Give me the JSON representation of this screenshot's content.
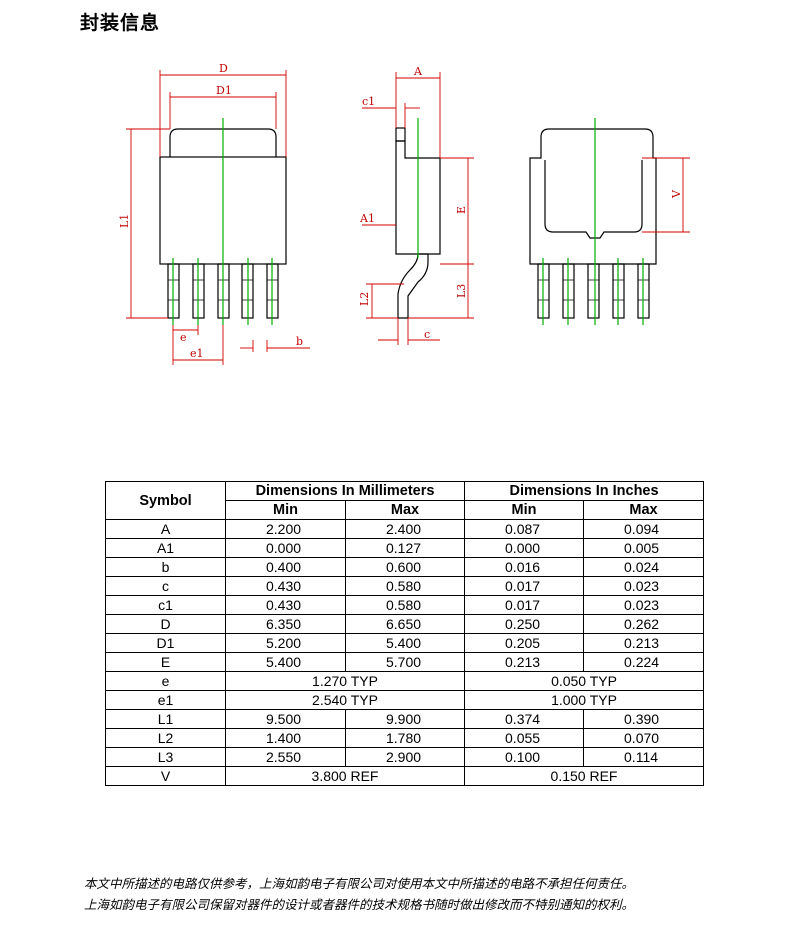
{
  "page_title": "封装信息",
  "drawing_labels": {
    "D": "D",
    "D1": "D1",
    "L1": "L1",
    "e": "e",
    "e1": "e1",
    "b": "b",
    "A": "A",
    "c1": "c1",
    "A1": "A1",
    "E": "E",
    "L2": "L2",
    "L3": "L3",
    "c": "c",
    "V": "V"
  },
  "table": {
    "symbol_header": "Symbol",
    "mm_header": "Dimensions In Millimeters",
    "in_header": "Dimensions In Inches",
    "min_label": "Min",
    "max_label": "Max",
    "rows": [
      {
        "symbol": "A",
        "mm_min": "2.200",
        "mm_max": "2.400",
        "in_min": "0.087",
        "in_max": "0.094"
      },
      {
        "symbol": "A1",
        "mm_min": "0.000",
        "mm_max": "0.127",
        "in_min": "0.000",
        "in_max": "0.005"
      },
      {
        "symbol": "b",
        "mm_min": "0.400",
        "mm_max": "0.600",
        "in_min": "0.016",
        "in_max": "0.024"
      },
      {
        "symbol": "c",
        "mm_min": "0.430",
        "mm_max": "0.580",
        "in_min": "0.017",
        "in_max": "0.023"
      },
      {
        "symbol": "c1",
        "mm_min": "0.430",
        "mm_max": "0.580",
        "in_min": "0.017",
        "in_max": "0.023"
      },
      {
        "symbol": "D",
        "mm_min": "6.350",
        "mm_max": "6.650",
        "in_min": "0.250",
        "in_max": "0.262"
      },
      {
        "symbol": "D1",
        "mm_min": "5.200",
        "mm_max": "5.400",
        "in_min": "0.205",
        "in_max": "0.213"
      },
      {
        "symbol": "E",
        "mm_min": "5.400",
        "mm_max": "5.700",
        "in_min": "0.213",
        "in_max": "0.224"
      },
      {
        "symbol": "e",
        "mm_typ": "1.270 TYP",
        "in_typ": "0.050 TYP"
      },
      {
        "symbol": "e1",
        "mm_typ": "2.540 TYP",
        "in_typ": "1.000 TYP"
      },
      {
        "symbol": "L1",
        "mm_min": "9.500",
        "mm_max": "9.900",
        "in_min": "0.374",
        "in_max": "0.390"
      },
      {
        "symbol": "L2",
        "mm_min": "1.400",
        "mm_max": "1.780",
        "in_min": "0.055",
        "in_max": "0.070"
      },
      {
        "symbol": "L3",
        "mm_min": "2.550",
        "mm_max": "2.900",
        "in_min": "0.100",
        "in_max": "0.114"
      },
      {
        "symbol": "V",
        "mm_typ": "3.800 REF",
        "in_typ": "0.150 REF"
      }
    ]
  },
  "disclaimer": {
    "line1": "本文中所描述的电路仅供参考，上海如韵电子有限公司对使用本文中所描述的电路不承担任何责任。",
    "line2": "上海如韵电子有限公司保留对器件的设计或者器件的技术规格书随时做出修改而不特别通知的权利。"
  }
}
